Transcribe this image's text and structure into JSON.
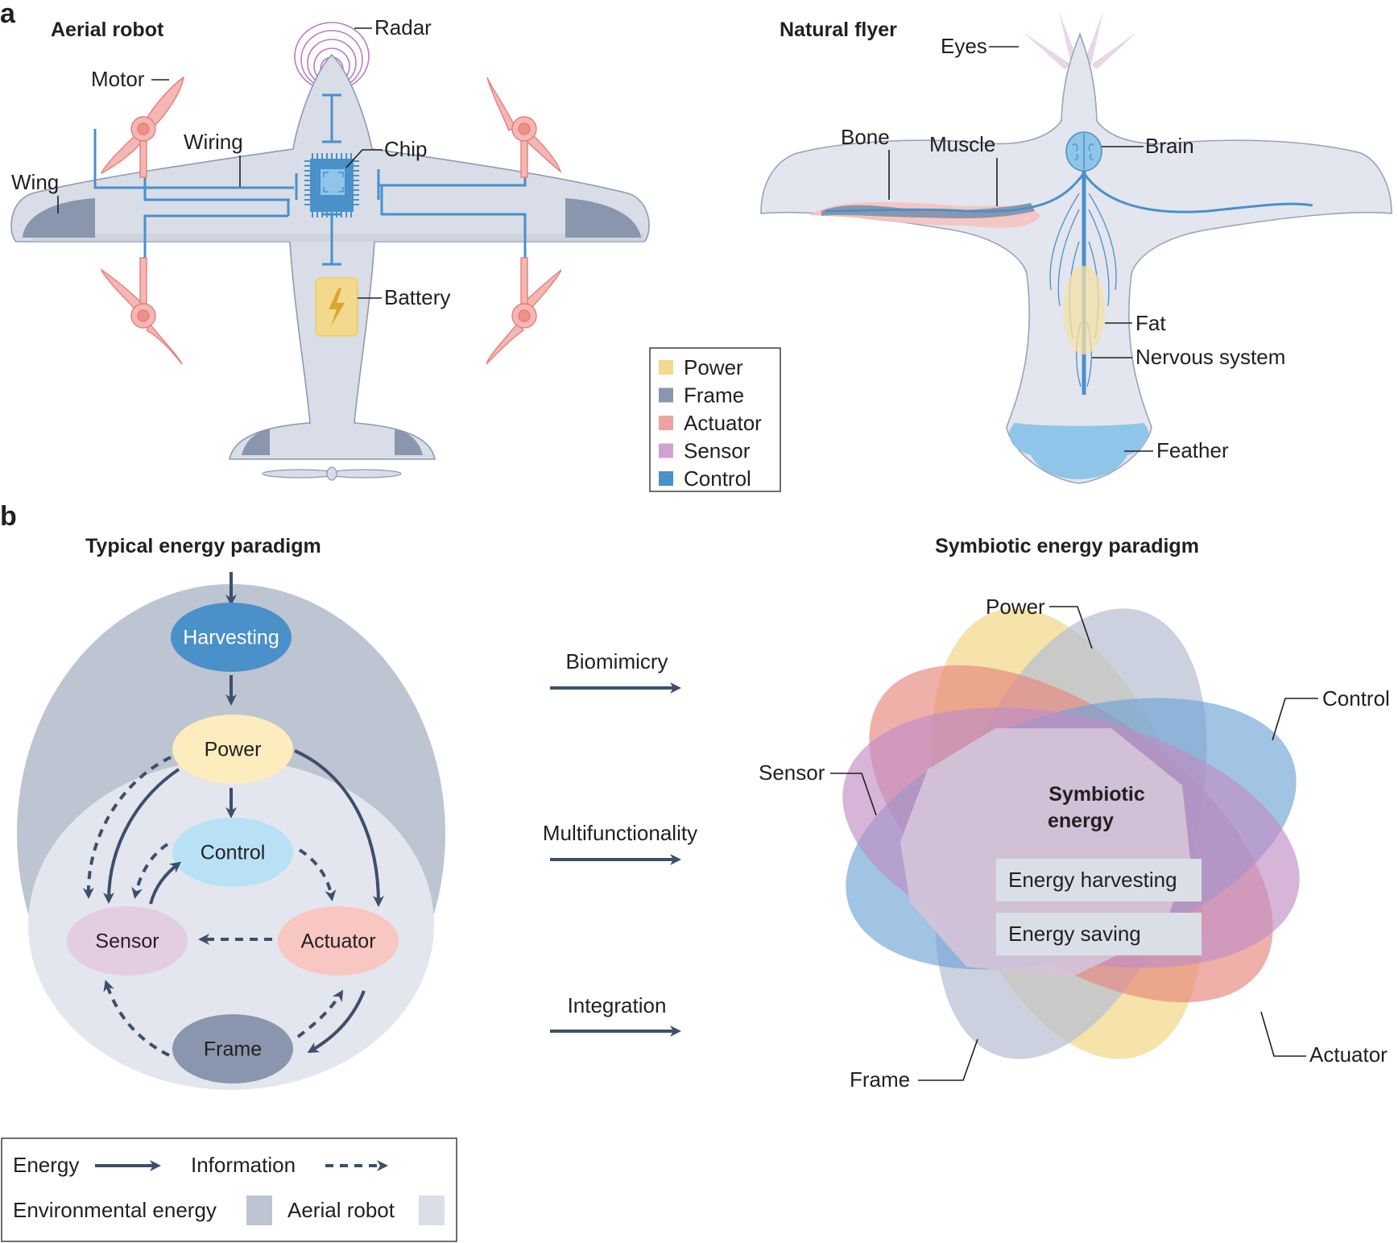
{
  "panel_a": {
    "letter": "a",
    "aerial_robot": {
      "title": "Aerial robot",
      "labels": {
        "radar": "Radar",
        "motor": "Motor",
        "wiring": "Wiring",
        "chip": "Chip",
        "wing": "Wing",
        "battery": "Battery"
      }
    },
    "natural_flyer": {
      "title": "Natural flyer",
      "labels": {
        "eyes": "Eyes",
        "bone": "Bone",
        "muscle": "Muscle",
        "brain": "Brain",
        "fat": "Fat",
        "nervous_system": "Nervous system",
        "feather": "Feather"
      }
    },
    "legend": [
      {
        "label": "Power",
        "color": "#f3d98c"
      },
      {
        "label": "Frame",
        "color": "#8a96ad"
      },
      {
        "label": "Actuator",
        "color": "#eea3a3"
      },
      {
        "label": "Sensor",
        "color": "#cfa3cf"
      },
      {
        "label": "Control",
        "color": "#4a90c9"
      }
    ]
  },
  "panel_b": {
    "letter": "b",
    "typical": {
      "title": "Typical energy paradigm",
      "nodes": {
        "harvesting": "Harvesting",
        "power": "Power",
        "control": "Control",
        "sensor": "Sensor",
        "actuator": "Actuator",
        "frame": "Frame"
      }
    },
    "transitions": [
      "Biomimicry",
      "Multifunctionality",
      "Integration"
    ],
    "symbiotic": {
      "title": "Symbiotic energy paradigm",
      "center_title_line1": "Symbiotic",
      "center_title_line2": "energy",
      "boxes": [
        "Energy harvesting",
        "Energy saving"
      ],
      "petals": {
        "power": "Power",
        "control": "Control",
        "sensor": "Sensor",
        "actuator": "Actuator",
        "frame": "Frame"
      }
    },
    "legend": {
      "energy": "Energy",
      "information": "Information",
      "environmental_energy": "Environmental energy",
      "aerial_robot": "Aerial robot"
    }
  },
  "colors": {
    "power": "#f3d98c",
    "frame": "#8a96ad",
    "actuator": "#eea3a3",
    "sensor": "#cfa3cf",
    "control": "#4a90c9",
    "env_energy": "#bdc4d2",
    "aerial_robot_bg": "#e3e6ee",
    "arrow": "#3d4f6a"
  }
}
